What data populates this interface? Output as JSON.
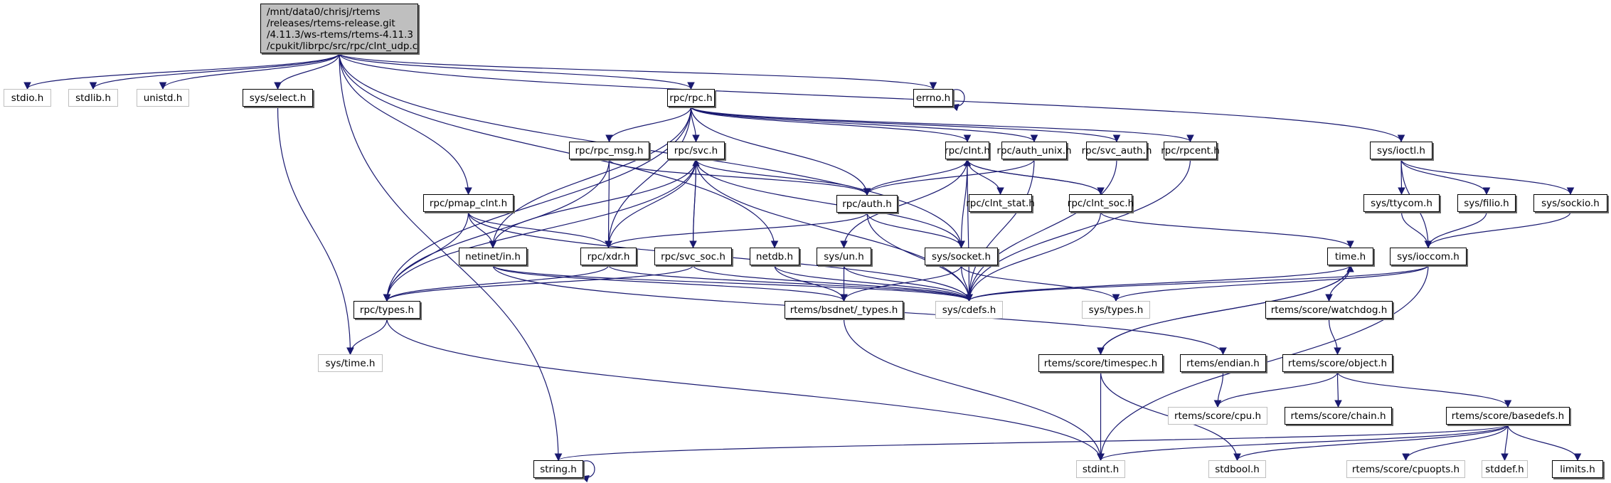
{
  "root": {
    "lines": [
      "/mnt/data0/chrisj/rtems",
      "/releases/rtems-release.git",
      "/4.11.3/ws-rtems/rtems-4.11.3",
      "/cpukit/librpc/src/rpc/clnt_udp.c"
    ]
  },
  "colors": {
    "edge": "#191970",
    "root_fill": "#bfbfbf",
    "external_border": "#bfbfbf",
    "node_border": "#000000"
  },
  "nodes": [
    {
      "id": "stdio",
      "label": "stdio.h",
      "external": true
    },
    {
      "id": "stdlib",
      "label": "stdlib.h",
      "external": true
    },
    {
      "id": "unistd",
      "label": "unistd.h",
      "external": true
    },
    {
      "id": "sys_select",
      "label": "sys/select.h",
      "external": false
    },
    {
      "id": "rpc_rpc",
      "label": "rpc/rpc.h",
      "external": false
    },
    {
      "id": "errno",
      "label": "errno.h",
      "external": false
    },
    {
      "id": "rpc_rpc_msg",
      "label": "rpc/rpc_msg.h",
      "external": false
    },
    {
      "id": "rpc_svc",
      "label": "rpc/svc.h",
      "external": false
    },
    {
      "id": "rpc_clnt",
      "label": "rpc/clnt.h",
      "external": false
    },
    {
      "id": "rpc_auth_unix",
      "label": "rpc/auth_unix.h",
      "external": false
    },
    {
      "id": "rpc_svc_auth",
      "label": "rpc/svc_auth.h",
      "external": false
    },
    {
      "id": "rpc_rpcent",
      "label": "rpc/rpcent.h",
      "external": false
    },
    {
      "id": "sys_ioctl",
      "label": "sys/ioctl.h",
      "external": false
    },
    {
      "id": "rpc_pmap_clnt",
      "label": "rpc/pmap_clnt.h",
      "external": false
    },
    {
      "id": "rpc_auth",
      "label": "rpc/auth.h",
      "external": false
    },
    {
      "id": "rpc_clnt_stat",
      "label": "rpc/clnt_stat.h",
      "external": false
    },
    {
      "id": "rpc_clnt_soc",
      "label": "rpc/clnt_soc.h",
      "external": false
    },
    {
      "id": "sys_ttycom",
      "label": "sys/ttycom.h",
      "external": false
    },
    {
      "id": "sys_filio",
      "label": "sys/filio.h",
      "external": false
    },
    {
      "id": "sys_sockio",
      "label": "sys/sockio.h",
      "external": false
    },
    {
      "id": "netinet_in",
      "label": "netinet/in.h",
      "external": false
    },
    {
      "id": "rpc_xdr",
      "label": "rpc/xdr.h",
      "external": false
    },
    {
      "id": "rpc_svc_soc",
      "label": "rpc/svc_soc.h",
      "external": false
    },
    {
      "id": "netdb",
      "label": "netdb.h",
      "external": false
    },
    {
      "id": "sys_un",
      "label": "sys/un.h",
      "external": false
    },
    {
      "id": "sys_socket",
      "label": "sys/socket.h",
      "external": false
    },
    {
      "id": "time",
      "label": "time.h",
      "external": false
    },
    {
      "id": "sys_ioccom",
      "label": "sys/ioccom.h",
      "external": false
    },
    {
      "id": "rpc_types",
      "label": "rpc/types.h",
      "external": false
    },
    {
      "id": "bsdnet_types",
      "label": "rtems/bsdnet/_types.h",
      "external": false
    },
    {
      "id": "sys_cdefs",
      "label": "sys/cdefs.h",
      "external": true
    },
    {
      "id": "sys_types",
      "label": "sys/types.h",
      "external": true
    },
    {
      "id": "watchdog",
      "label": "rtems/score/watchdog.h",
      "external": false
    },
    {
      "id": "sys_time",
      "label": "sys/time.h",
      "external": true
    },
    {
      "id": "timespec",
      "label": "rtems/score/timespec.h",
      "external": false
    },
    {
      "id": "endian",
      "label": "rtems/endian.h",
      "external": false
    },
    {
      "id": "object",
      "label": "rtems/score/object.h",
      "external": false
    },
    {
      "id": "cpu",
      "label": "rtems/score/cpu.h",
      "external": true
    },
    {
      "id": "chain",
      "label": "rtems/score/chain.h",
      "external": false
    },
    {
      "id": "basedefs",
      "label": "rtems/score/basedefs.h",
      "external": false
    },
    {
      "id": "string",
      "label": "string.h",
      "external": false
    },
    {
      "id": "stdint",
      "label": "stdint.h",
      "external": true
    },
    {
      "id": "stdbool",
      "label": "stdbool.h",
      "external": true
    },
    {
      "id": "cpuopts",
      "label": "rtems/score/cpuopts.h",
      "external": true
    },
    {
      "id": "stddef",
      "label": "stddef.h",
      "external": true
    },
    {
      "id": "limits",
      "label": "limits.h",
      "external": false
    }
  ],
  "edges": [
    [
      "root",
      "stdio"
    ],
    [
      "root",
      "stdlib"
    ],
    [
      "root",
      "unistd"
    ],
    [
      "root",
      "sys_select"
    ],
    [
      "root",
      "rpc_rpc"
    ],
    [
      "root",
      "errno"
    ],
    [
      "root",
      "rpc_pmap_clnt"
    ],
    [
      "root",
      "netdb"
    ],
    [
      "root",
      "sys_socket"
    ],
    [
      "root",
      "sys_ioctl"
    ],
    [
      "root",
      "string"
    ],
    [
      "sys_select",
      "sys_time"
    ],
    [
      "errno",
      "errno"
    ],
    [
      "rpc_rpc",
      "rpc_rpc_msg"
    ],
    [
      "rpc_rpc",
      "rpc_svc"
    ],
    [
      "rpc_rpc",
      "rpc_clnt"
    ],
    [
      "rpc_rpc",
      "rpc_auth_unix"
    ],
    [
      "rpc_rpc",
      "rpc_svc_auth"
    ],
    [
      "rpc_rpc",
      "rpc_rpcent"
    ],
    [
      "rpc_rpc",
      "rpc_auth"
    ],
    [
      "rpc_rpc",
      "rpc_xdr"
    ],
    [
      "rpc_rpc",
      "rpc_types"
    ],
    [
      "rpc_rpc",
      "netinet_in"
    ],
    [
      "rpc_rpc_msg",
      "rpc_auth"
    ],
    [
      "rpc_rpc_msg",
      "rpc_xdr"
    ],
    [
      "rpc_rpc_msg",
      "rpc_types"
    ],
    [
      "rpc_svc",
      "rpc_auth"
    ],
    [
      "rpc_svc",
      "rpc_xdr"
    ],
    [
      "rpc_svc",
      "rpc_svc_soc"
    ],
    [
      "rpc_svc",
      "netinet_in"
    ],
    [
      "rpc_svc",
      "sys_socket"
    ],
    [
      "rpc_svc",
      "sys_cdefs"
    ],
    [
      "rpc_svc",
      "rpc_types"
    ],
    [
      "rpc_svc_soc",
      "rpc_svc"
    ],
    [
      "rpc_svc_soc",
      "rpc_types"
    ],
    [
      "rpc_svc_soc",
      "sys_cdefs"
    ],
    [
      "rpc_clnt",
      "rpc_auth"
    ],
    [
      "rpc_clnt",
      "rpc_clnt_stat"
    ],
    [
      "rpc_clnt",
      "rpc_clnt_soc"
    ],
    [
      "rpc_clnt",
      "sys_un"
    ],
    [
      "rpc_clnt",
      "sys_cdefs"
    ],
    [
      "rpc_clnt",
      "sys_socket"
    ],
    [
      "rpc_clnt_soc",
      "rpc_clnt"
    ],
    [
      "rpc_clnt_soc",
      "sys_cdefs"
    ],
    [
      "rpc_clnt_soc",
      "time"
    ],
    [
      "rpc_auth_unix",
      "rpc_auth"
    ],
    [
      "rpc_auth_unix",
      "sys_cdefs"
    ],
    [
      "rpc_svc_auth",
      "sys_cdefs"
    ],
    [
      "rpc_rpcent",
      "sys_cdefs"
    ],
    [
      "sys_ioctl",
      "sys_ttycom"
    ],
    [
      "sys_ioctl",
      "sys_filio"
    ],
    [
      "sys_ioctl",
      "sys_sockio"
    ],
    [
      "sys_ioctl",
      "sys_ioccom"
    ],
    [
      "sys_ttycom",
      "sys_ioccom"
    ],
    [
      "sys_filio",
      "sys_ioccom"
    ],
    [
      "sys_sockio",
      "sys_ioccom"
    ],
    [
      "sys_ioccom",
      "sys_cdefs"
    ],
    [
      "sys_ioccom",
      "sys_types"
    ],
    [
      "sys_ioccom",
      "stdint"
    ],
    [
      "rpc_pmap_clnt",
      "netinet_in"
    ],
    [
      "rpc_pmap_clnt",
      "rpc_xdr"
    ],
    [
      "rpc_pmap_clnt",
      "rpc_types"
    ],
    [
      "rpc_pmap_clnt",
      "sys_cdefs"
    ],
    [
      "rpc_auth",
      "rpc_xdr"
    ],
    [
      "rpc_auth",
      "sys_socket"
    ],
    [
      "rpc_auth",
      "sys_cdefs"
    ],
    [
      "netinet_in",
      "bsdnet_types"
    ],
    [
      "netinet_in",
      "endian"
    ],
    [
      "netinet_in",
      "sys_cdefs"
    ],
    [
      "rpc_xdr",
      "rpc_types"
    ],
    [
      "rpc_xdr",
      "sys_cdefs"
    ],
    [
      "netdb",
      "bsdnet_types"
    ],
    [
      "netdb",
      "sys_cdefs"
    ],
    [
      "sys_un",
      "bsdnet_types"
    ],
    [
      "sys_un",
      "sys_cdefs"
    ],
    [
      "sys_socket",
      "bsdnet_types"
    ],
    [
      "sys_socket",
      "sys_cdefs"
    ],
    [
      "sys_socket",
      "sys_types"
    ],
    [
      "rpc_types",
      "sys_time"
    ],
    [
      "rpc_types",
      "stdint"
    ],
    [
      "bsdnet_types",
      "stdint"
    ],
    [
      "time",
      "timespec"
    ],
    [
      "time",
      "sys_cdefs"
    ],
    [
      "time",
      "watchdog"
    ],
    [
      "timespec",
      "time"
    ],
    [
      "timespec",
      "stdint"
    ],
    [
      "timespec",
      "stdbool"
    ],
    [
      "watchdog",
      "object"
    ],
    [
      "endian",
      "cpu"
    ],
    [
      "object",
      "cpu"
    ],
    [
      "object",
      "chain"
    ],
    [
      "object",
      "basedefs"
    ],
    [
      "basedefs",
      "string"
    ],
    [
      "basedefs",
      "stdint"
    ],
    [
      "basedefs",
      "stdbool"
    ],
    [
      "basedefs",
      "cpuopts"
    ],
    [
      "basedefs",
      "stddef"
    ],
    [
      "basedefs",
      "limits"
    ],
    [
      "string",
      "string"
    ]
  ]
}
